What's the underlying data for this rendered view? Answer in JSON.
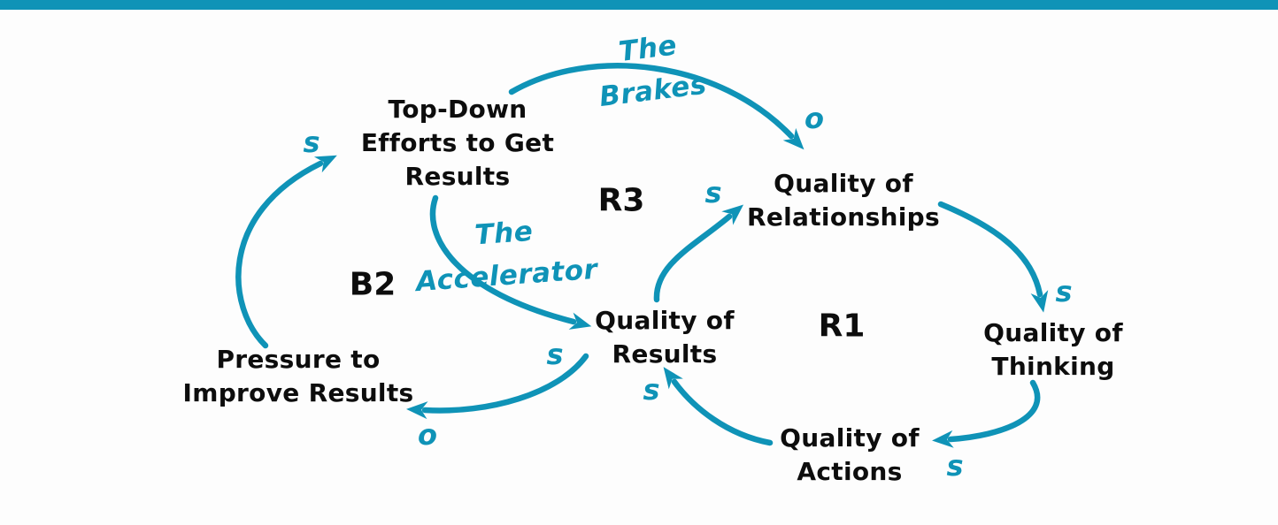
{
  "colors": {
    "accent_teal": "#0f93b7",
    "text_black": "#0d0d0d",
    "background": "#fdfdfd"
  },
  "nodes": {
    "top_down": {
      "lines": [
        "Top-Down",
        "Efforts to Get",
        "Results"
      ]
    },
    "quality_relationships": {
      "lines": [
        "Quality of",
        "Relationships"
      ]
    },
    "quality_results": {
      "lines": [
        "Quality of",
        "Results"
      ]
    },
    "quality_thinking": {
      "lines": [
        "Quality of",
        "Thinking"
      ]
    },
    "quality_actions": {
      "lines": [
        "Quality of",
        "Actions"
      ]
    },
    "pressure": {
      "lines": [
        "Pressure to",
        "Improve Results"
      ]
    }
  },
  "loop_labels": {
    "r3": "R3",
    "b2": "B2",
    "r1": "R1"
  },
  "edge_labels": {
    "brakes": {
      "lines": [
        "The",
        "Brakes"
      ]
    },
    "accelerator": {
      "lines": [
        "The",
        "Accelerator"
      ]
    }
  },
  "polarities": {
    "pressure_to_topdown": "s",
    "accelerator_to_results": "s",
    "brakes_to_relationships": "o",
    "results_to_relationships": "s",
    "relationships_to_thinking": "s",
    "thinking_to_actions": "s",
    "actions_to_results": "s",
    "results_to_pressure": "o"
  }
}
